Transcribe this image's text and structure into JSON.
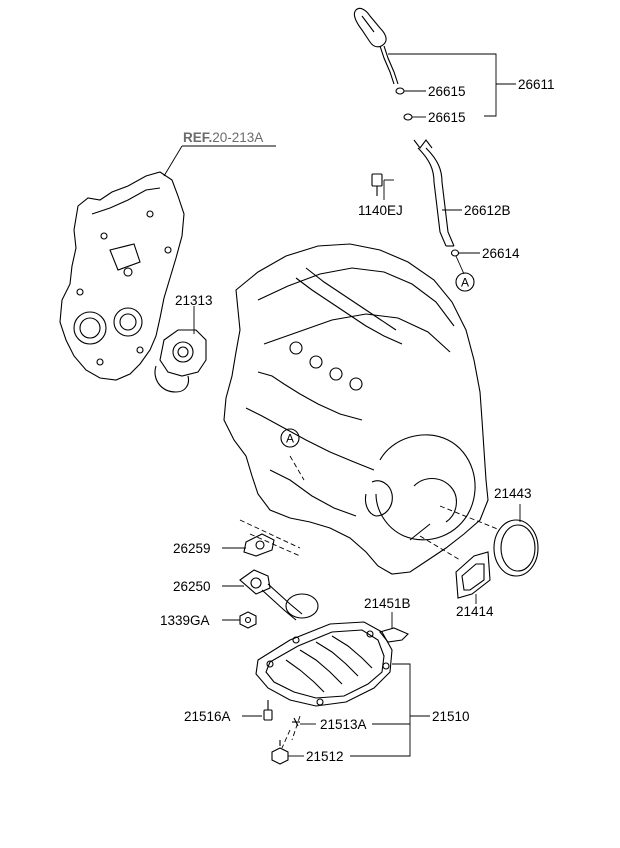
{
  "reference": {
    "prefix": "REF.",
    "code": "20-213A"
  },
  "callout": "A",
  "labels": {
    "p26611": "26611",
    "p26615a": "26615",
    "p26615b": "26615",
    "p1140EJ": "1140EJ",
    "p26612B": "26612B",
    "p26614": "26614",
    "p21313": "21313",
    "p21443": "21443",
    "p26259": "26259",
    "p26250": "26250",
    "p21414": "21414",
    "p21451B": "21451B",
    "p1339GA": "1339GA",
    "p21516A": "21516A",
    "p21513A": "21513A",
    "p21510": "21510",
    "p21512": "21512"
  }
}
